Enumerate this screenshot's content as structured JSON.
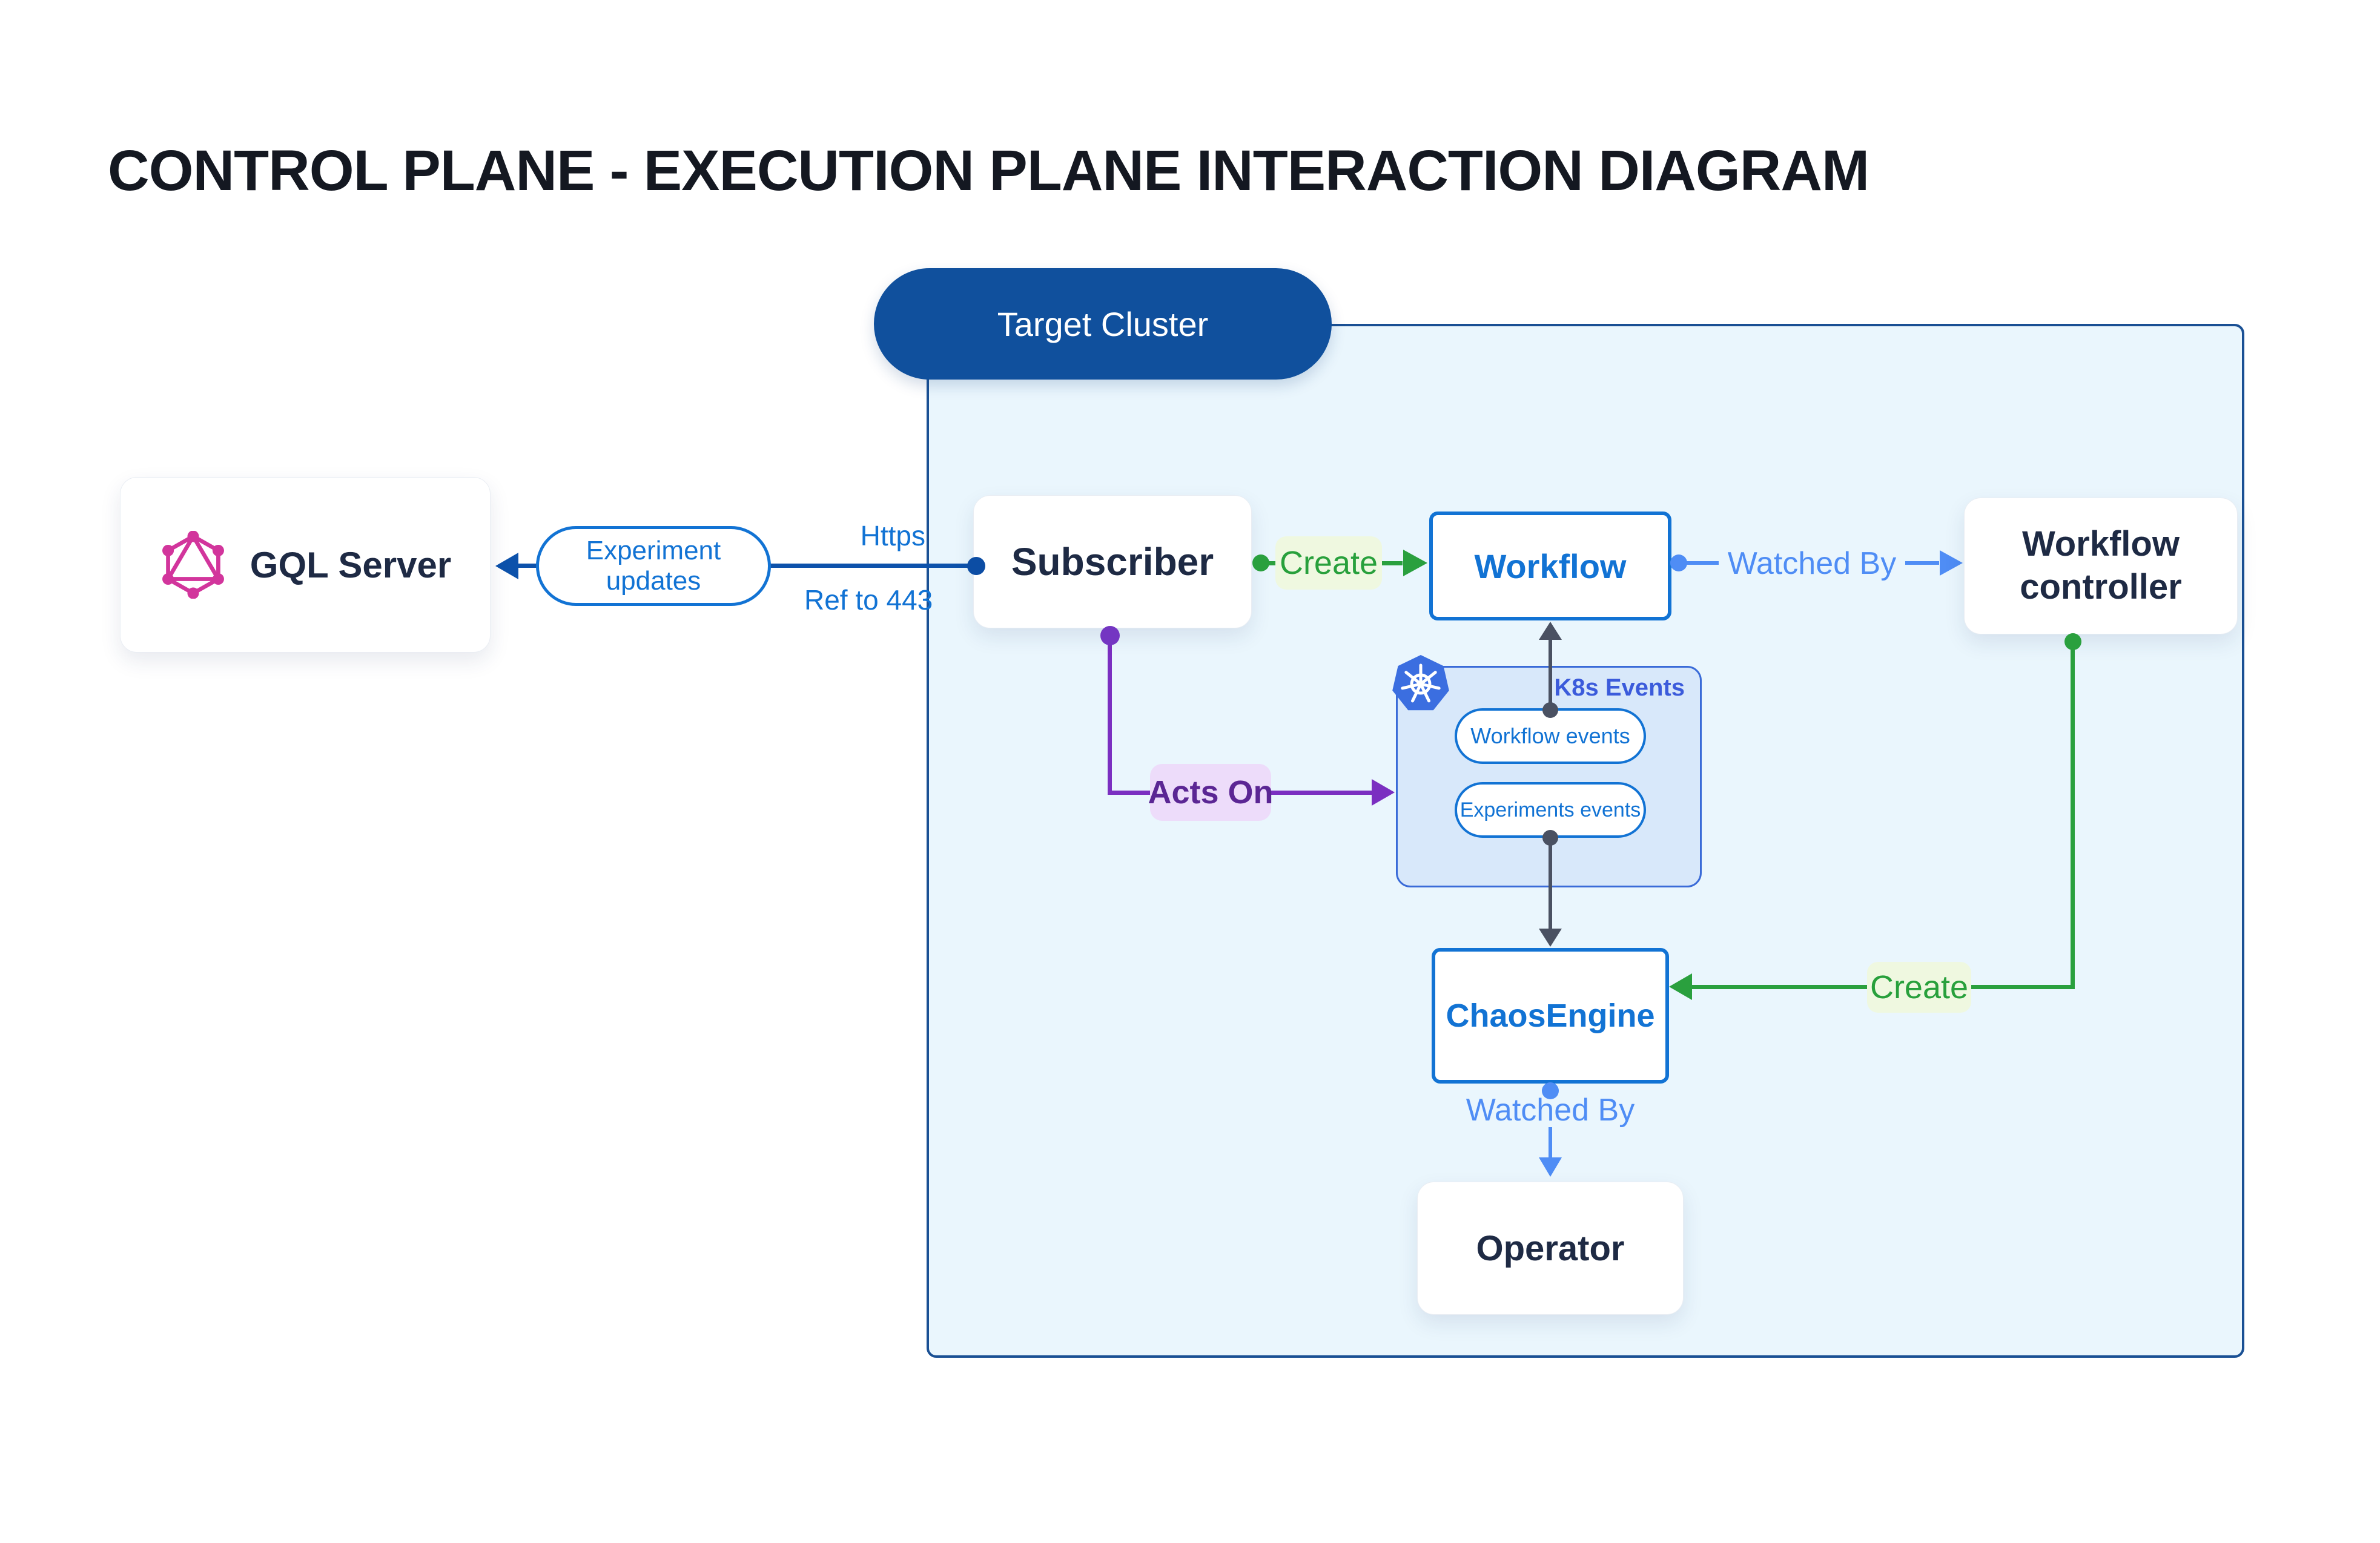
{
  "title": "CONTROL PLANE - EXECUTION PLANE INTERACTION DIAGRAM",
  "cluster": {
    "badge": "Target Cluster"
  },
  "nodes": {
    "gql": {
      "label": "GQL Server",
      "icon": "graphql-logo"
    },
    "subscriber": {
      "label": "Subscriber"
    },
    "workflow": {
      "label": "Workflow"
    },
    "controller": {
      "line1": "Workflow",
      "line2": "controller"
    },
    "chaosengine": {
      "label": "ChaosEngine"
    },
    "operator": {
      "label": "Operator"
    },
    "k8s": {
      "label": "K8s Events",
      "icon": "kubernetes-logo",
      "workflow_events": "Workflow events",
      "experiments_events": "Experiments events"
    }
  },
  "edges": {
    "experiment_updates": {
      "line1": "Experiment",
      "line2": "updates"
    },
    "https": "Https",
    "ref": "Ref to 443",
    "create_workflow": "Create",
    "watched_by_controller": "Watched By",
    "acts_on": "Acts On",
    "create_chaos": "Create",
    "watched_by_operator": "Watched By"
  },
  "colors": {
    "title_text": "#141821",
    "navy_text": "#1E2A44",
    "node_blue": "#1273D4",
    "edge_dark_blue": "#0D52AB",
    "cluster_bg": "#EAF6FD",
    "cluster_border": "#1A5094",
    "badge_bg": "#10509D",
    "green": "#2AA03E",
    "green_label_bg": "#EFF8E0",
    "purple": "#7B2FC1",
    "purple_label_bg": "#EDDCFA",
    "light_blue": "#4F8DF5",
    "gray_line": "#4A5162",
    "k8s_box_bg": "#D8E8FA",
    "k8s_box_border": "#3A6BD8",
    "k8s_label": "#3B5BDB",
    "graphql_pink": "#D2359C",
    "kubernetes_blue": "#3B6EE0"
  }
}
